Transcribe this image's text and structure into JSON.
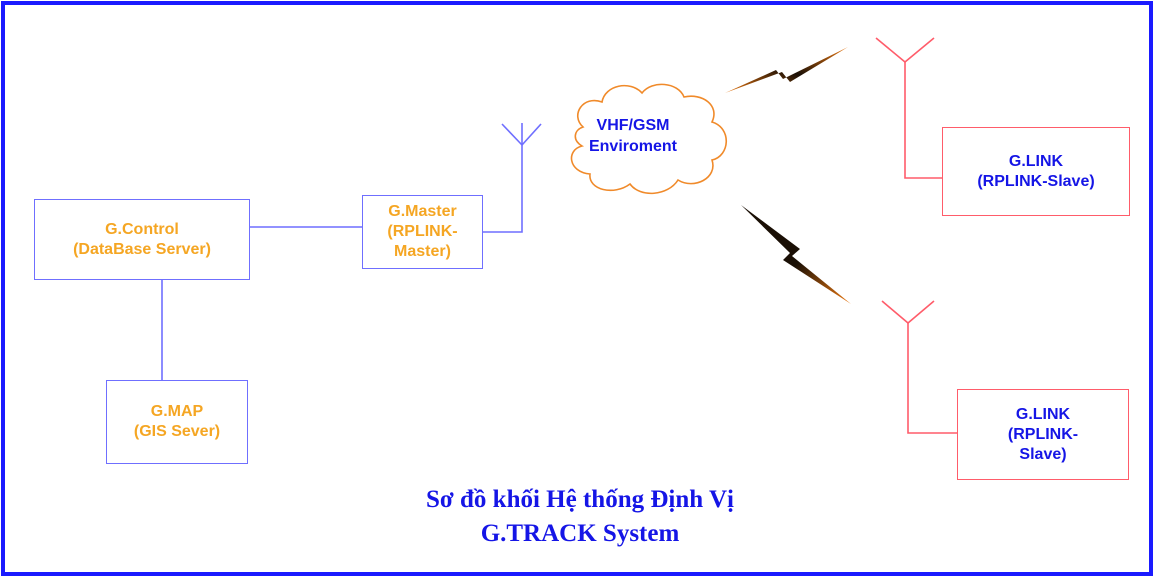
{
  "nodes": {
    "control": {
      "line1": "G.Control",
      "line2": "(DataBase Server)"
    },
    "map": {
      "line1": "G.MAP",
      "line2": "(GIS Sever)"
    },
    "master": {
      "line1": "G.Master",
      "line2": "(RPLINK-",
      "line3": "Master)"
    },
    "cloud": {
      "line1": "VHF/GSM",
      "line2": "Enviroment"
    },
    "slave1": {
      "line1": "G.LINK",
      "line2": "(RPLINK-Slave)"
    },
    "slave2": {
      "line1": "G.LINK",
      "line2": "(RPLINK-",
      "line3": "Slave)"
    }
  },
  "title": {
    "line1": "Sơ đồ khối Hệ thống Định Vị",
    "line2": "G.TRACK System"
  },
  "colors": {
    "frame": "#1a1aff",
    "blue_border": "#6f6fff",
    "red_border": "#ff5c6a",
    "orange_text": "#f5a623",
    "blue_text": "#1515e6",
    "lightning_dark": "#1a0f05",
    "lightning_light": "#f07a10"
  }
}
